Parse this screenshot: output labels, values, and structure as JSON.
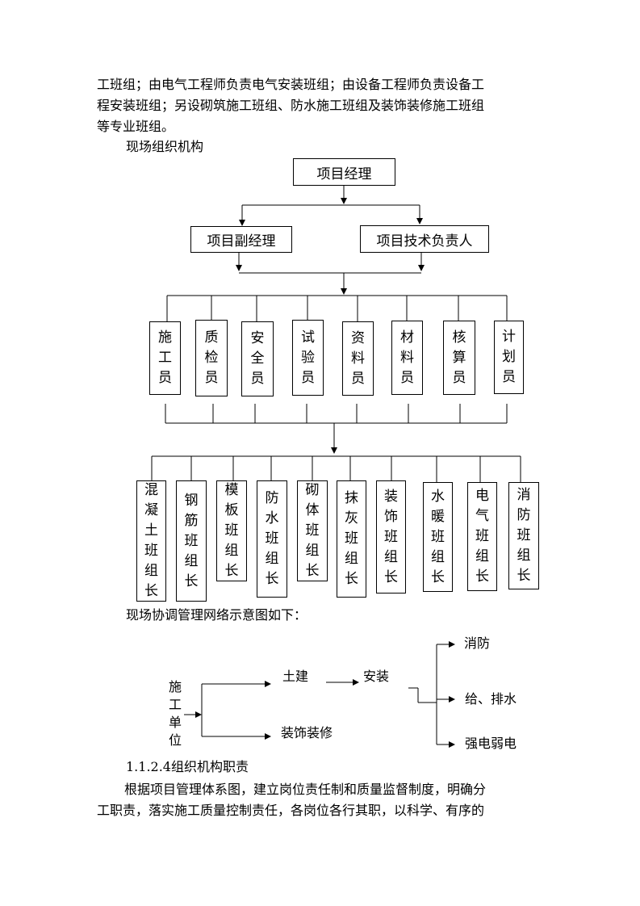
{
  "intro_lines": [
    "工班组；由电气工程师负责电气安装班组；由设备工程师负责设备工",
    "程安装班组；另设砌筑施工班组、防水施工班组及装饰装修施工班组",
    "等专业班组。"
  ],
  "org_chart_caption": "现场组织机构",
  "org_chart": {
    "top": "项目经理",
    "level2": [
      "项目副经理",
      "项目技术负责人"
    ],
    "staff": [
      "施工员",
      "质检员",
      "安全员",
      "试验员",
      "资料员",
      "材料员",
      "核算员",
      "计划员"
    ],
    "teams": [
      "混凝土班组长",
      "钢筋班组长",
      "模板班组长",
      "防水班组长",
      "砌体班组长",
      "抹灰班组长",
      "装饰班组长",
      "水暖班组长",
      "电气班组长",
      "消防班组长"
    ]
  },
  "network_caption": "现场协调管理网络示意图如下：",
  "network": {
    "source": "施工单位",
    "civil": "土建",
    "install": "安装",
    "decoration": "装饰装修",
    "branches": [
      "消防",
      "给、排水",
      "强电弱电"
    ]
  },
  "section_heading": "1.1.2.4组织机构职责",
  "closing_lines": [
    "根据项目管理体系图，建立岗位责任制和质量监督制度，明确分",
    "工职责，落实施工质量控制责任，各岗位各行其职，以科学、有序的"
  ]
}
